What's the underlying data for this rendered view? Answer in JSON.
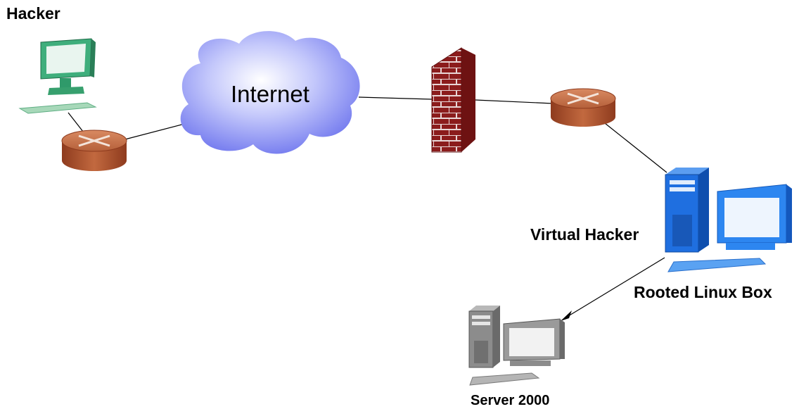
{
  "labels": {
    "hacker": "Hacker",
    "internet": "Internet",
    "virtual_hacker": "Virtual Hacker",
    "rooted_linux_box": "Rooted Linux Box",
    "server_2000": "Server 2000"
  },
  "colors": {
    "hacker_pc": "#2f9a6a",
    "router": "#a84a2a",
    "cloud": "#7f86f0",
    "firewall": "#8b1c1c",
    "linux_box": "#1a6fe0",
    "server": "#8c8c8c"
  },
  "icons": [
    "workstation-icon",
    "router-icon",
    "cloud-icon",
    "firewall-icon",
    "router-icon",
    "server-workstation-icon",
    "server-workstation-icon"
  ]
}
